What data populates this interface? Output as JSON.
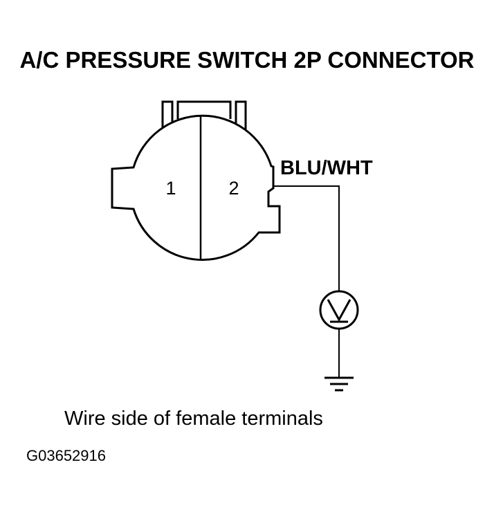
{
  "title": "A/C PRESSURE SWITCH 2P CONNECTOR",
  "connector": {
    "terminal_1": "1",
    "terminal_2": "2",
    "wire_color": "BLU/WHT"
  },
  "meter": {
    "symbol": "V",
    "icon": "voltmeter-icon"
  },
  "ground": {
    "icon": "ground-icon"
  },
  "caption": "Wire side of female terminals",
  "figure_code": "G03652916"
}
